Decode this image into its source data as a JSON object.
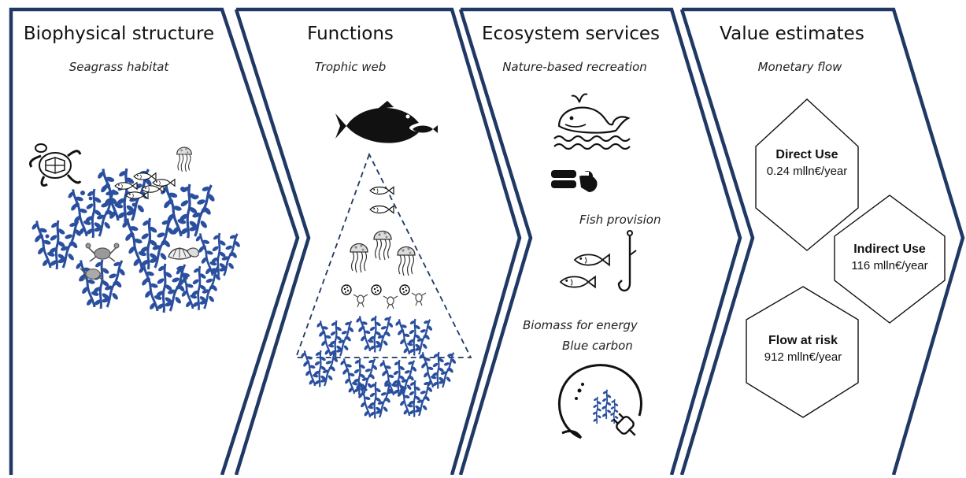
{
  "columns": [
    {
      "heading": "Biophysical structure",
      "subheading": "Seagrass habitat"
    },
    {
      "heading": "Functions",
      "subheading": "Trophic web"
    },
    {
      "heading": "Ecosystem services",
      "subheading": "Nature-based recreation"
    },
    {
      "heading": "Value estimates",
      "subheading": "Monetary flow"
    }
  ],
  "services": {
    "fish_provision": "Fish provision",
    "biomass_for_energy": "Biomass for energy",
    "blue_carbon": "Blue carbon"
  },
  "values": [
    {
      "label": "Direct Use",
      "value": "0.24 mlln€/year"
    },
    {
      "label": "Indirect Use",
      "value": "116 mlln€/year"
    },
    {
      "label": "Flow at risk",
      "value": "912 mlln€/year"
    }
  ],
  "colors": {
    "frame": "#1f3864",
    "seagrass": "#2a4f9e",
    "ink": "#111111"
  },
  "icons": [
    "turtle-icon",
    "fish-school-icon",
    "jellyfish-icon",
    "crab-icon",
    "shell-icon",
    "seagrass-icon",
    "predator-fish-icon",
    "fish-icon",
    "plankton-icon",
    "whale-icon",
    "diver-icon",
    "fishing-hook-icon",
    "biomass-energy-icon"
  ]
}
